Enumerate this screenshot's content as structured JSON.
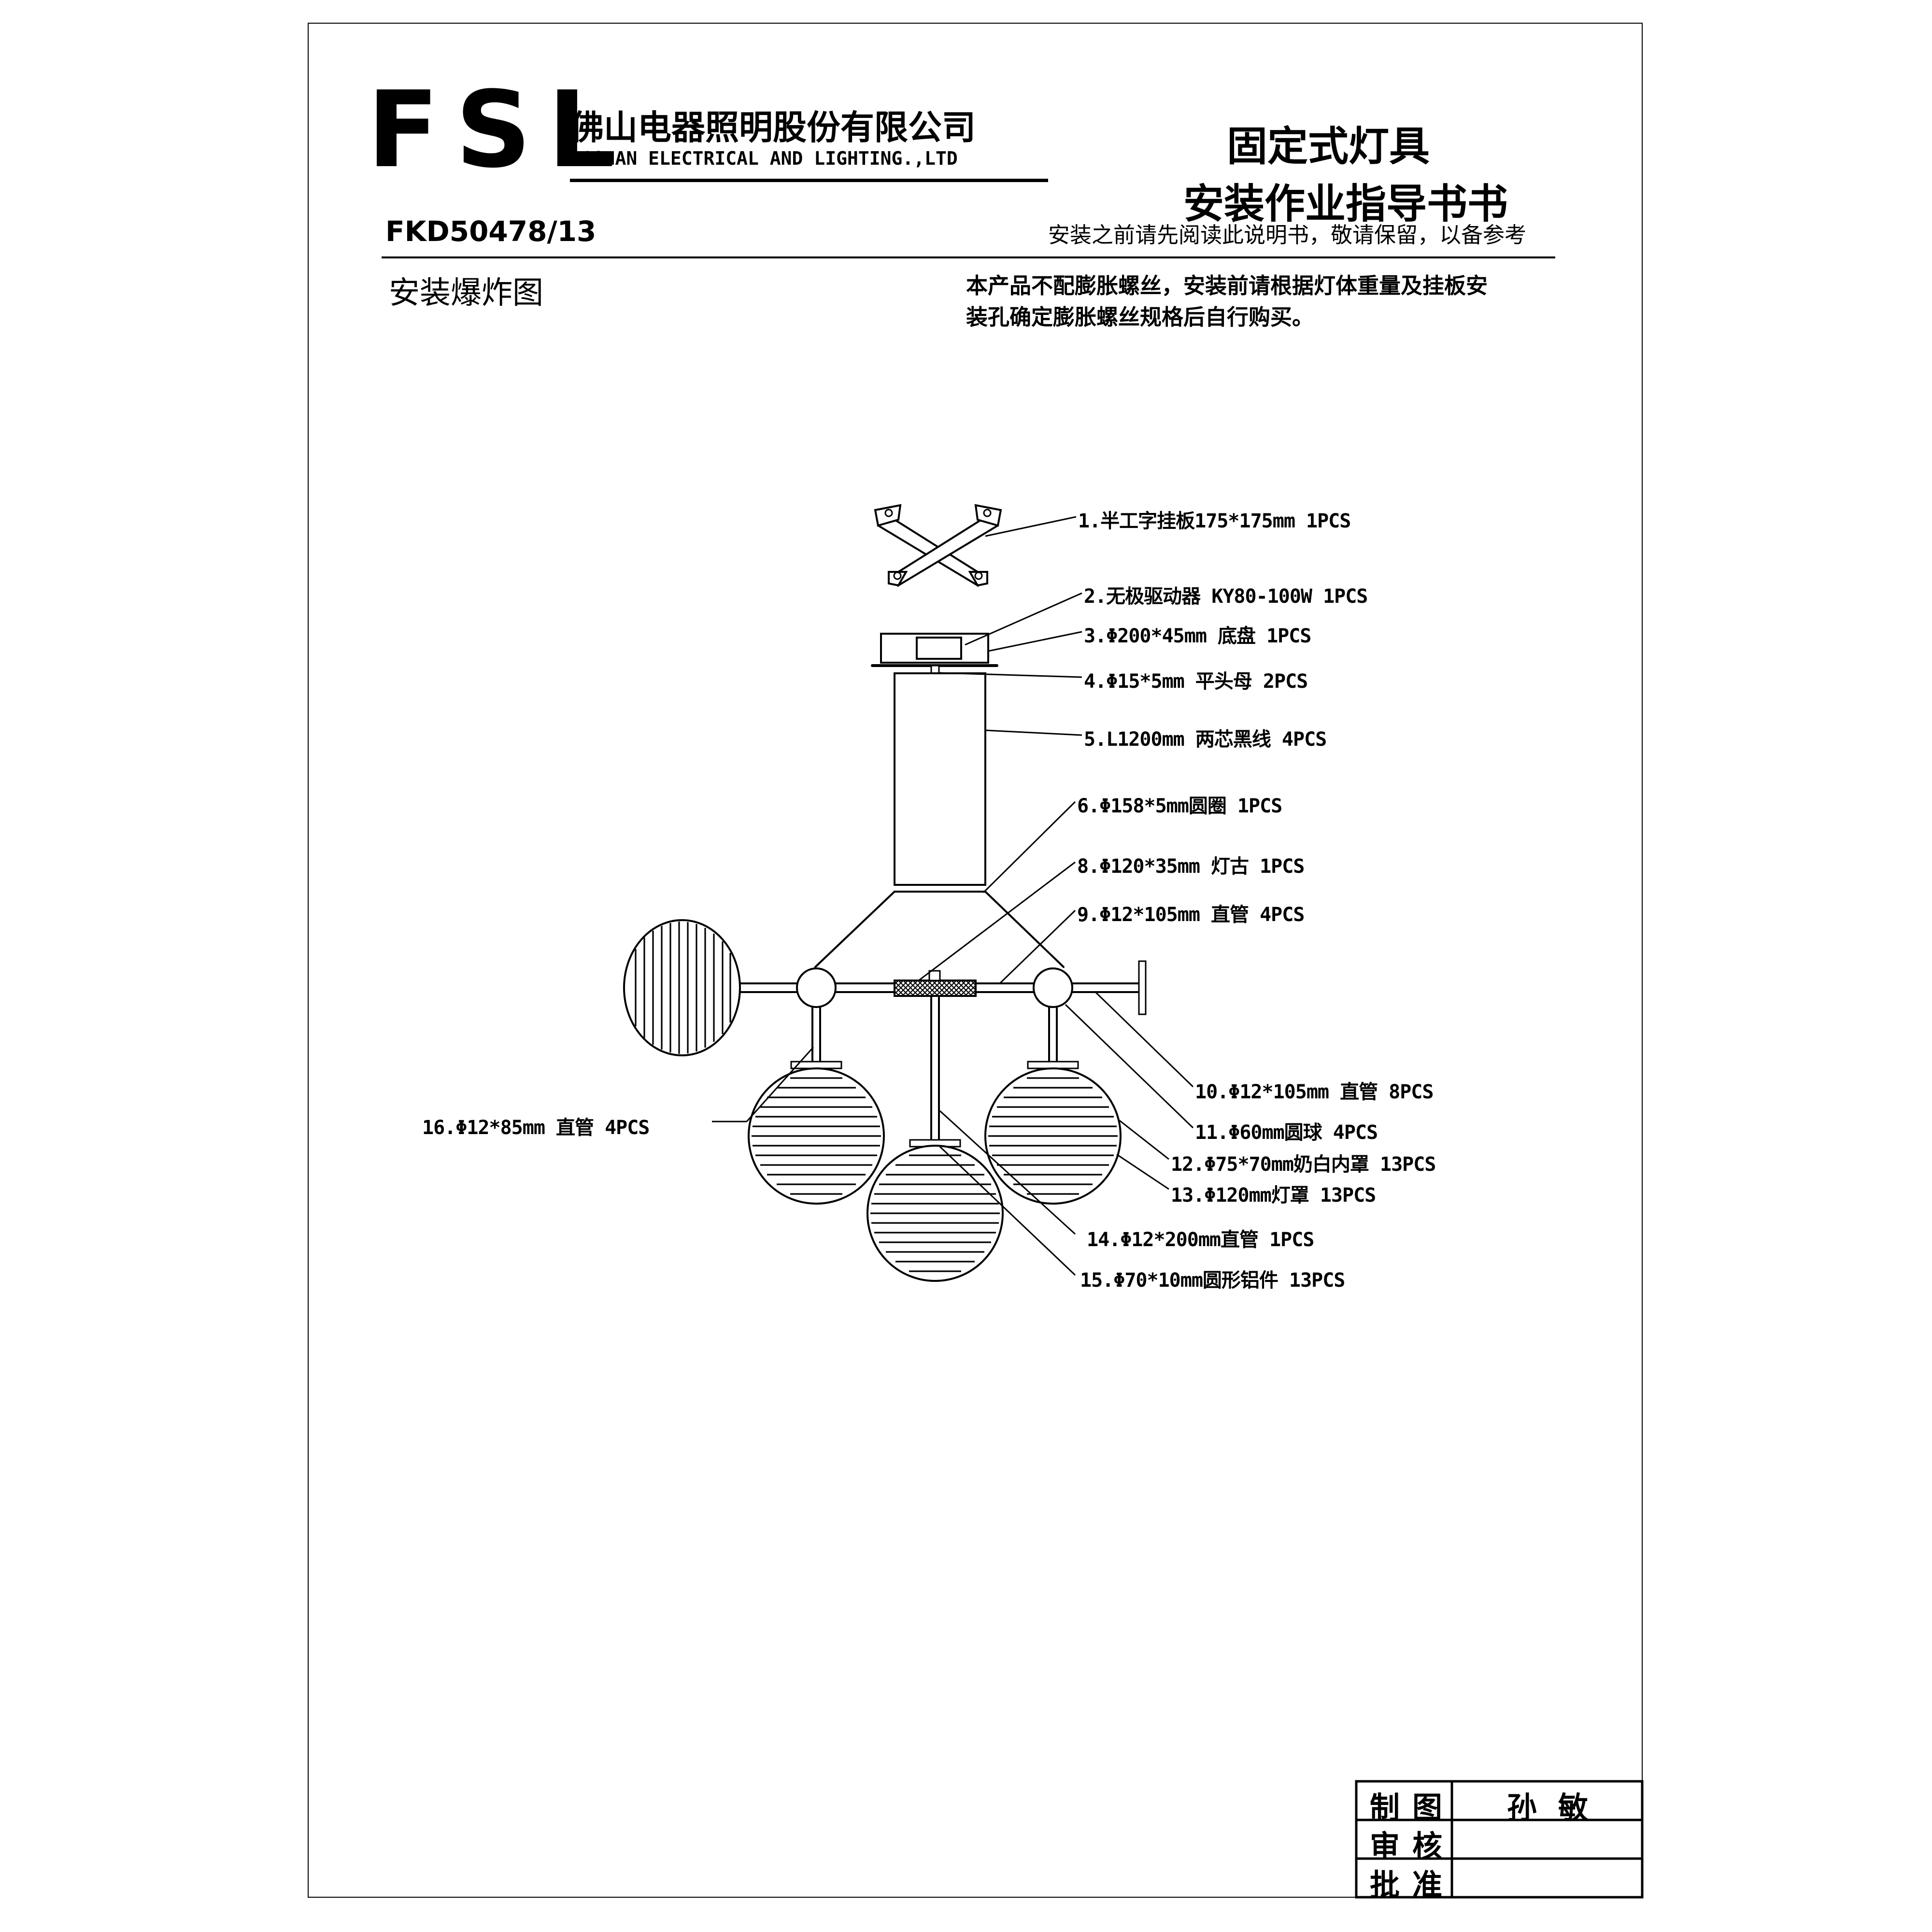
{
  "header": {
    "logo": "FSL",
    "company_cn": "佛山电器照明股份有限公司",
    "company_en": "FOSHAN ELECTRICAL AND LIGHTING.,LTD",
    "title": "固定式灯具",
    "subtitle": "安装作业指导书书",
    "model_number": "FKD50478/13",
    "read_note": "安装之前请先阅读此说明书，敬请保留，以备参考"
  },
  "section": {
    "title": "安装爆炸图",
    "warning_line1": "本产品不配膨胀螺丝，安装前请根据灯体重量及挂板安",
    "warning_line2": "装孔确定膨胀螺丝规格后自行购买。"
  },
  "parts": [
    "1.半工字挂板175*175mm 1PCS",
    "2.无极驱动器 KY80-100W 1PCS",
    "3.Φ200*45mm 底盘 1PCS",
    "4.Φ15*5mm 平头母 2PCS",
    "5.L1200mm 两芯黑线 4PCS",
    "6.Φ158*5mm圆圈 1PCS",
    "8.Φ120*35mm 灯古 1PCS",
    "9.Φ12*105mm 直管 4PCS",
    "10.Φ12*105mm 直管 8PCS",
    "11.Φ60mm圆球 4PCS",
    "12.Φ75*70mm奶白内罩 13PCS",
    "13.Φ120mm灯罩 13PCS",
    "14.Φ12*200mm直管 1PCS",
    "15.Φ70*10mm圆形铝件 13PCS",
    "16.Φ12*85mm 直管 4PCS"
  ],
  "title_block": {
    "drawn_label": "制图",
    "drawn_by": "孙敏",
    "checked_label": "审核",
    "checked_by": "",
    "approved_label": "批准",
    "approved_by": ""
  }
}
